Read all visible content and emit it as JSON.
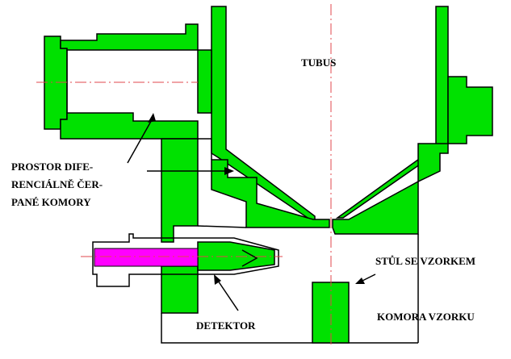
{
  "labels": {
    "tubus": "TUBUS",
    "prostor_1": "PROSTOR DIFE-",
    "prostor_2": "RENCIÁLNĚ ČER-",
    "prostor_3": "PANÉ KOMORY",
    "stul": "STŮL SE VZORKEM",
    "detektor": "DETEKTOR",
    "komora": "KOMORA VZORKU"
  },
  "colors": {
    "wall": "#00e100",
    "detector_rod": "#ff00ff",
    "axis": "#e0474c",
    "outline": "#000000"
  }
}
